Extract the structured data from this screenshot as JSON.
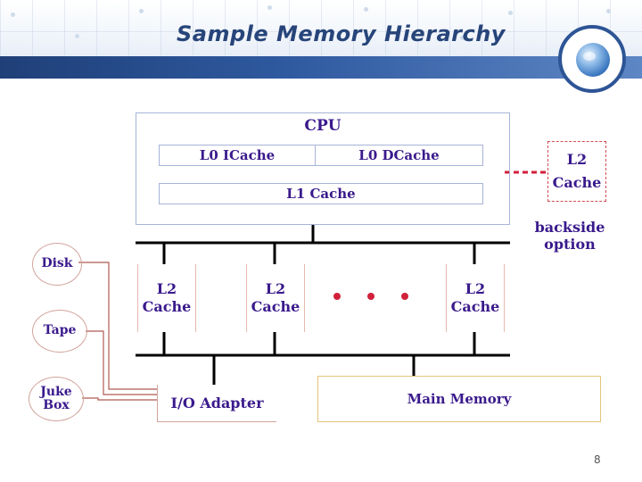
{
  "slide": {
    "title": "Sample Memory Hierarchy",
    "page_number": "8"
  },
  "cpu": {
    "label": "CPU",
    "l0_icache": "L0 ICache",
    "l0_dcache": "L0 DCache",
    "l1_cache": "L1 Cache"
  },
  "backside_l2": {
    "line1": "L2",
    "line2": "Cache",
    "caption_line1": "backside",
    "caption_line2": "option"
  },
  "l2_caches": [
    {
      "line1": "L2",
      "line2": "Cache"
    },
    {
      "line1": "L2",
      "line2": "Cache"
    },
    {
      "line1": "L2",
      "line2": "Cache"
    }
  ],
  "storage_devices": [
    {
      "line1": "Disk",
      "line2": ""
    },
    {
      "line1": "Tape",
      "line2": ""
    },
    {
      "line1": "Juke",
      "line2": "Box"
    }
  ],
  "io_adapter": "I/O Adapter",
  "main_memory": "Main Memory",
  "colors": {
    "title": "#27457a",
    "diagram_text": "#3a1a8c",
    "bus_lines": "#000000",
    "ellipsis_dots": "#d1213b",
    "dashed_link": "#d1213b",
    "storage_links": "#b05a52"
  },
  "icons": {
    "logo": "globe-icon"
  }
}
